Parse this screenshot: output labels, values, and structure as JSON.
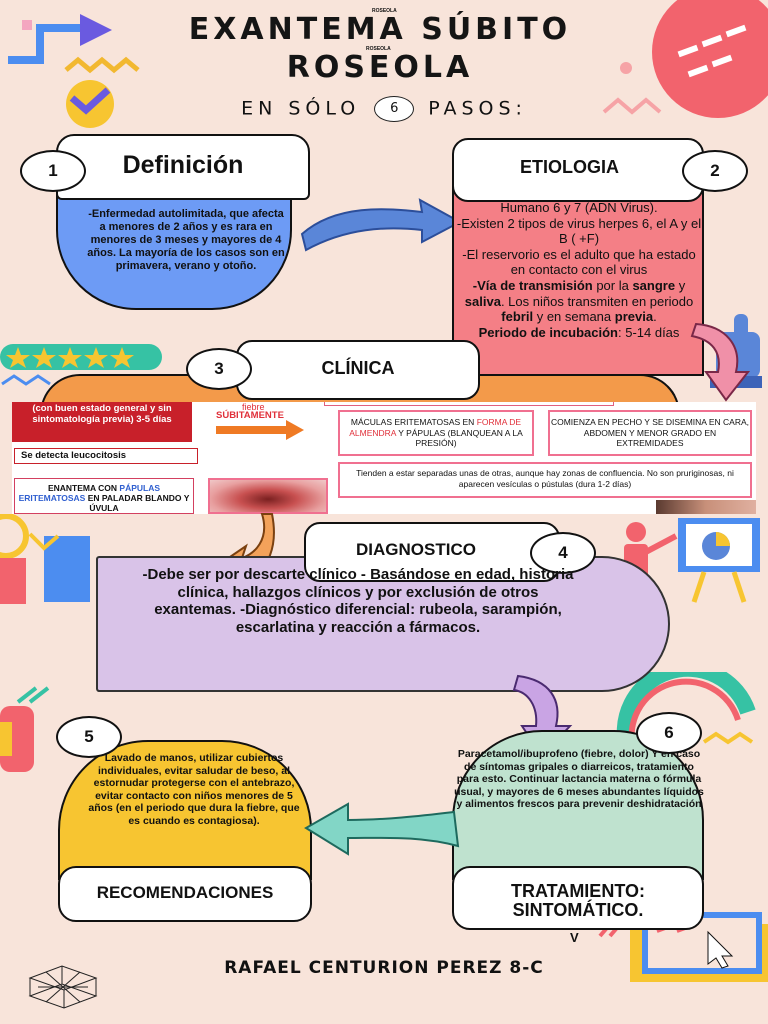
{
  "title": {
    "line1": "EXANTEMA SÚBITO",
    "line2": "ROSEOLA",
    "tiny1": "ROSEOLA",
    "tiny2": "ROSEOLA",
    "steps_before": "EN SÓLO",
    "steps_number": "6",
    "steps_after": "PASOS:"
  },
  "definicion": {
    "number": "1",
    "heading": "Definición",
    "text": "-Enfermedad autolimitada, que afecta a menores de 2 años y es rara en menores de 3 meses y mayores de 4 años. La mayoría de los casos son en primavera, verano y otoño."
  },
  "etiologia": {
    "number": "2",
    "heading": "ETIOLOGIA",
    "l1": "Humano 6 y 7 (ADN Virus).",
    "l2": "-Existen 2 tipos de virus herpes 6, el A y el B ( +F)",
    "l3": "-El reservorio es el adulto que ha estado en contacto con el virus",
    "l4a": "-Vía de transmisión",
    "l4b": " por la ",
    "l4c": "sangre",
    "l4d": " y ",
    "l4e": "saliva",
    "l4f": ". Los niños transmiten en periodo ",
    "l4g": "febril",
    "l4h": " y en semana ",
    "l4i": "previa",
    "l4j": ".",
    "l5a": "Periodo de incubación",
    "l5b": ": 5-14 días"
  },
  "clinica": {
    "number": "3",
    "heading": "CLÍNICA",
    "box1": "(con buen estado general y sin sintomatología previa) 3-5 días",
    "leucocitosis": "Se detecta leucocitosis",
    "fiebre": "fiebre",
    "subitamente": "SÚBITAMENTE",
    "maculas_a": "MÁCULAS ERITEMATOSAS EN ",
    "maculas_b": "FORMA DE ALMENDRA",
    "maculas_c": " Y PÁPULAS (BLANQUEAN A LA PRESIÓN)",
    "comienza": "COMIENZA EN PECHO Y SE DISEMINA EN CARA, ABDOMEN Y MENOR GRADO EN EXTREMIDADES",
    "separadas": "Tienden a estar separadas unas de otras, aunque hay zonas de confluencia. No son pruriginosas, ni aparecen vesículas o pústulas (dura 1-2 días)",
    "enantema_a": "ENANTEMA",
    "enantema_b": " CON ",
    "enantema_c": "PÁPULAS ERITEMATOSAS",
    "enantema_d": " EN PALADAR BLANDO Y ÚVULA"
  },
  "diagnostico": {
    "number": "4",
    "heading": "DIAGNOSTICO",
    "text": "-Debe ser por descarte clínico - Basándose en edad, historia clínica, hallazgos clínicos y por exclusión de otros exantemas. -Diagnóstico diferencial: rubeola, sarampión, escarlatina y reacción a fármacos."
  },
  "recomendaciones": {
    "number": "5",
    "heading": "RECOMENDACIONES",
    "text": "Lavado de manos, utilizar cubiertos individuales, evitar saludar de beso, al estornudar protegerse con el antebrazo, evitar contacto con niños menores de 5 años (en el periodo que dura la fiebre, que es cuando es contagiosa)."
  },
  "tratamiento": {
    "number": "6",
    "heading": "TRATAMIENTO: SINTOMÁTICO.",
    "text": "Paracetamol/ibuprofeno (fiebre, dolor) Y en caso de síntomas gripales o diarreicos, tratamiento para esto. Continuar lactancia materna o fórmula usual, y mayores de 6 meses  abundantes líquidos y alimentos frescos para prevenir deshidratación",
    "mark": "V"
  },
  "author": "RAFAEL CENTURION PEREZ 8-C",
  "colors": {
    "background": "#f8e4da",
    "definicion_blob": "#6d9bf5",
    "etiologia_blob": "#f47f86",
    "clinica_blob": "#f39a4a",
    "diagnostico_blob": "#d9c3e8",
    "recomendaciones_blob": "#f7c531",
    "tratamiento_blob": "#bfe2cf",
    "arrow_blue": "#5a86d8",
    "arrow_pink": "#f090a8",
    "arrow_orange": "#f3a25a",
    "arrow_purple": "#c9a4e4",
    "arrow_teal": "#82d6c6"
  }
}
